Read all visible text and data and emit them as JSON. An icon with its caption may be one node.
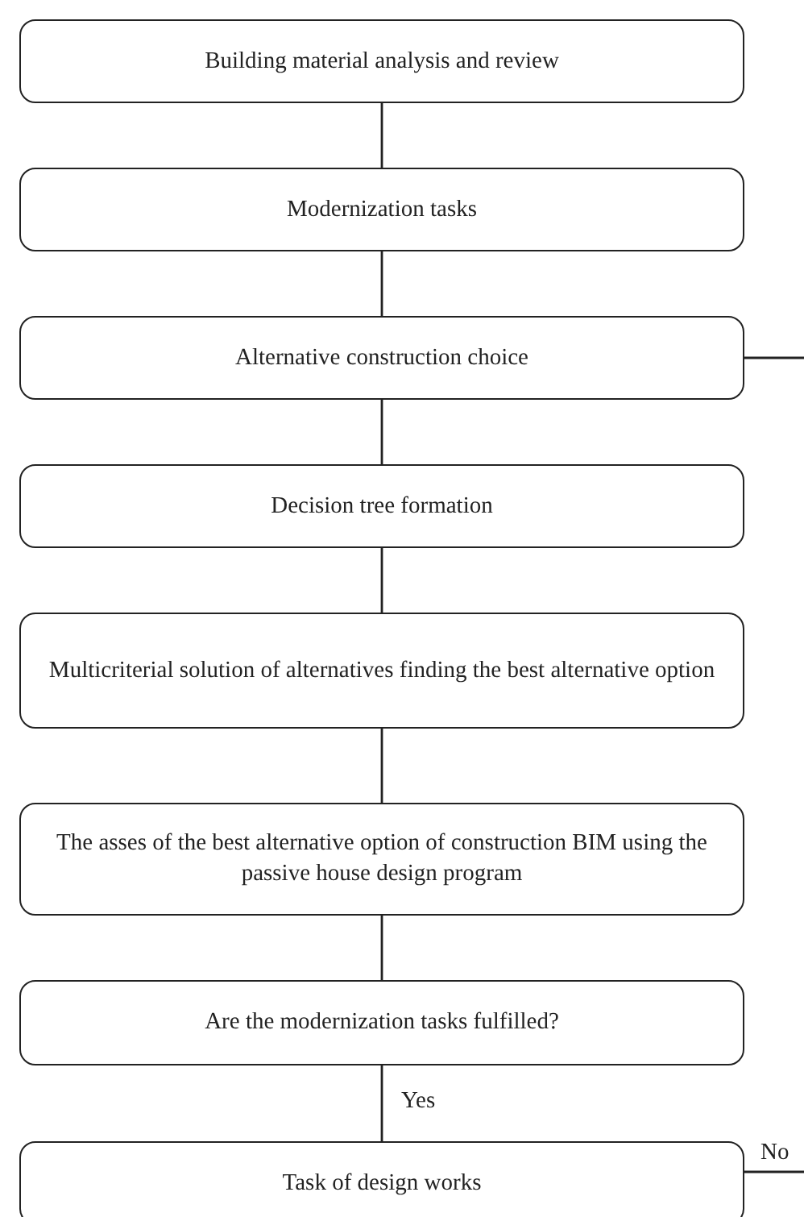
{
  "diagram": {
    "nodes": [
      {
        "text": [
          "Building material analysis and review"
        ]
      },
      {
        "text": [
          "Modernization tasks"
        ]
      },
      {
        "text": [
          "Alternative construction choice"
        ]
      },
      {
        "text": [
          "Decision tree formation"
        ]
      },
      {
        "text": [
          "Multicriterial solution of alternatives finding the best alternative option"
        ]
      },
      {
        "text": [
          "The asses of the best alternative option of construction BIM using the passive house design program"
        ]
      },
      {
        "text": [
          "Are the modernization tasks fulfilled?"
        ]
      },
      {
        "text": [
          "Task of design works"
        ]
      }
    ],
    "edges": [
      {
        "from": 0,
        "to": 1,
        "arrow": "none"
      },
      {
        "from": 1,
        "to": 2,
        "arrow": "none"
      },
      {
        "from": 2,
        "to": 3,
        "arrow": "none"
      },
      {
        "from": 3,
        "to": 4,
        "arrow": "none"
      },
      {
        "from": 4,
        "to": 5,
        "arrow": "none"
      },
      {
        "from": 5,
        "to": 6,
        "arrow": "none"
      },
      {
        "from": 6,
        "to": 7,
        "arrow": "none",
        "label": "Yes"
      },
      {
        "from": 2,
        "to": null,
        "arrow": "none"
      },
      {
        "from": 7,
        "to": null,
        "arrow": "none",
        "label": "No"
      }
    ]
  }
}
